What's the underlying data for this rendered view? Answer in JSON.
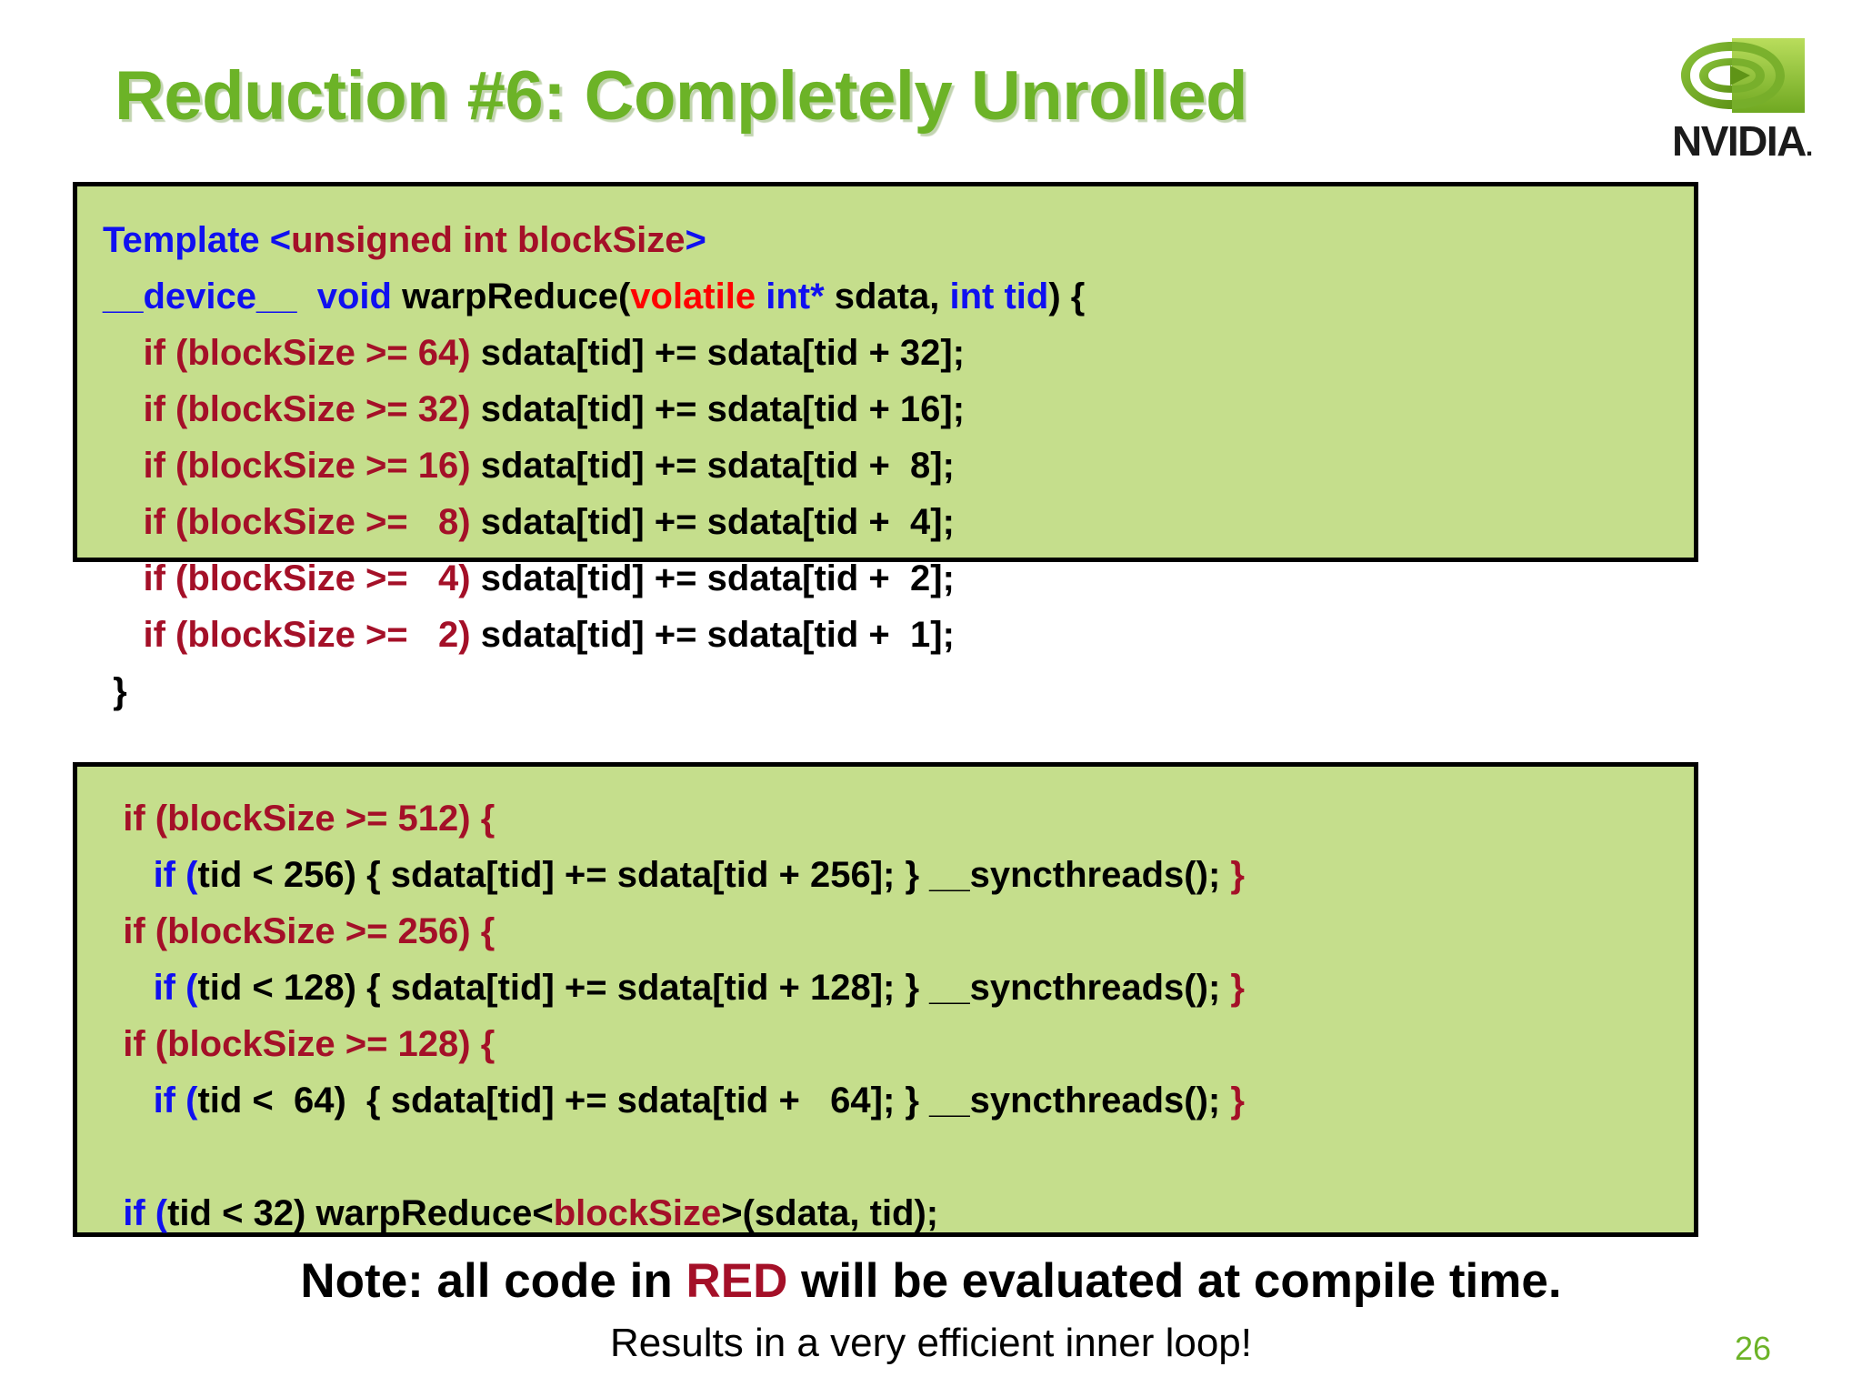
{
  "slide": {
    "title": "Reduction #6: Completely Unrolled",
    "page_number": "26",
    "title_color": "#6CB327",
    "box_fill": "#C5DE8C",
    "box_border": "#000000",
    "accent_red": "#A41028",
    "accent_blue": "#1010F0",
    "accent_bright_red": "#FF0000"
  },
  "logo": {
    "name": "nvidia-logo",
    "wordmark": "NVIDIA",
    "trademark": "."
  },
  "code_box_1": {
    "lines": [
      {
        "segments": [
          {
            "text": "Template ",
            "color": "blue"
          },
          {
            "text": "<",
            "color": "blue"
          },
          {
            "text": "unsigned int blockSize",
            "color": "red"
          },
          {
            "text": ">",
            "color": "blue"
          }
        ]
      },
      {
        "segments": [
          {
            "text": "__device__  void ",
            "color": "blue"
          },
          {
            "text": "warpReduce(",
            "color": "black"
          },
          {
            "text": "volatile ",
            "color": "bright"
          },
          {
            "text": "int*",
            "color": "blue"
          },
          {
            "text": " sdata, ",
            "color": "black"
          },
          {
            "text": "int tid",
            "color": "blue"
          },
          {
            "text": ") {",
            "color": "black"
          }
        ]
      },
      {
        "segments": [
          {
            "text": "    if (blockSize >= 64)",
            "color": "red"
          },
          {
            "text": " sdata[tid] += sdata[tid + 32];",
            "color": "black"
          }
        ]
      },
      {
        "segments": [
          {
            "text": "    if (blockSize >= 32)",
            "color": "red"
          },
          {
            "text": " sdata[tid] += sdata[tid + 16];",
            "color": "black"
          }
        ]
      },
      {
        "segments": [
          {
            "text": "    if (blockSize >= 16)",
            "color": "red"
          },
          {
            "text": " sdata[tid] += sdata[tid +  8];",
            "color": "black"
          }
        ]
      },
      {
        "segments": [
          {
            "text": "    if (blockSize >=   8)",
            "color": "red"
          },
          {
            "text": " sdata[tid] += sdata[tid +  4];",
            "color": "black"
          }
        ]
      },
      {
        "segments": [
          {
            "text": "    if (blockSize >=   4)",
            "color": "red"
          },
          {
            "text": " sdata[tid] += sdata[tid +  2];",
            "color": "black"
          }
        ]
      },
      {
        "segments": [
          {
            "text": "    if (blockSize >=   2)",
            "color": "red"
          },
          {
            "text": " sdata[tid] += sdata[tid +  1];",
            "color": "black"
          }
        ]
      },
      {
        "segments": [
          {
            "text": " }",
            "color": "black"
          }
        ]
      }
    ]
  },
  "code_box_2": {
    "lines": [
      {
        "segments": [
          {
            "text": "  if (blockSize >= 512) {",
            "color": "red"
          }
        ]
      },
      {
        "segments": [
          {
            "text": "     if ",
            "color": "blue"
          },
          {
            "text": "(",
            "color": "blue"
          },
          {
            "text": "tid < 256) { sdata[tid] += sdata[tid + 256]; } __syncthreads(); ",
            "color": "black"
          },
          {
            "text": "}",
            "color": "red"
          }
        ]
      },
      {
        "segments": [
          {
            "text": "  if (blockSize >= 256) {",
            "color": "red"
          }
        ]
      },
      {
        "segments": [
          {
            "text": "     if ",
            "color": "blue"
          },
          {
            "text": "(",
            "color": "blue"
          },
          {
            "text": "tid < 128) { sdata[tid] += sdata[tid + 128]; } __syncthreads(); ",
            "color": "black"
          },
          {
            "text": "}",
            "color": "red"
          }
        ]
      },
      {
        "segments": [
          {
            "text": "  if (blockSize >= 128) {",
            "color": "red"
          }
        ]
      },
      {
        "segments": [
          {
            "text": "     if ",
            "color": "blue"
          },
          {
            "text": "(",
            "color": "blue"
          },
          {
            "text": "tid <  64)  { sdata[tid] += sdata[tid +   64]; } __syncthreads(); ",
            "color": "black"
          },
          {
            "text": "}",
            "color": "red"
          }
        ]
      },
      {
        "segments": [
          {
            "text": " ",
            "color": "black"
          }
        ]
      },
      {
        "segments": [
          {
            "text": "  if ",
            "color": "blue"
          },
          {
            "text": "(",
            "color": "blue"
          },
          {
            "text": "tid < 32) warpReduce<",
            "color": "black"
          },
          {
            "text": "blockSize",
            "color": "red"
          },
          {
            "text": ">(sdata, tid);",
            "color": "black"
          }
        ]
      }
    ]
  },
  "footer": {
    "note_prefix": "Note: all code in ",
    "note_highlight": "RED",
    "note_suffix": " will be evaluated at compile time.",
    "results": "Results in a very efficient inner loop!"
  }
}
